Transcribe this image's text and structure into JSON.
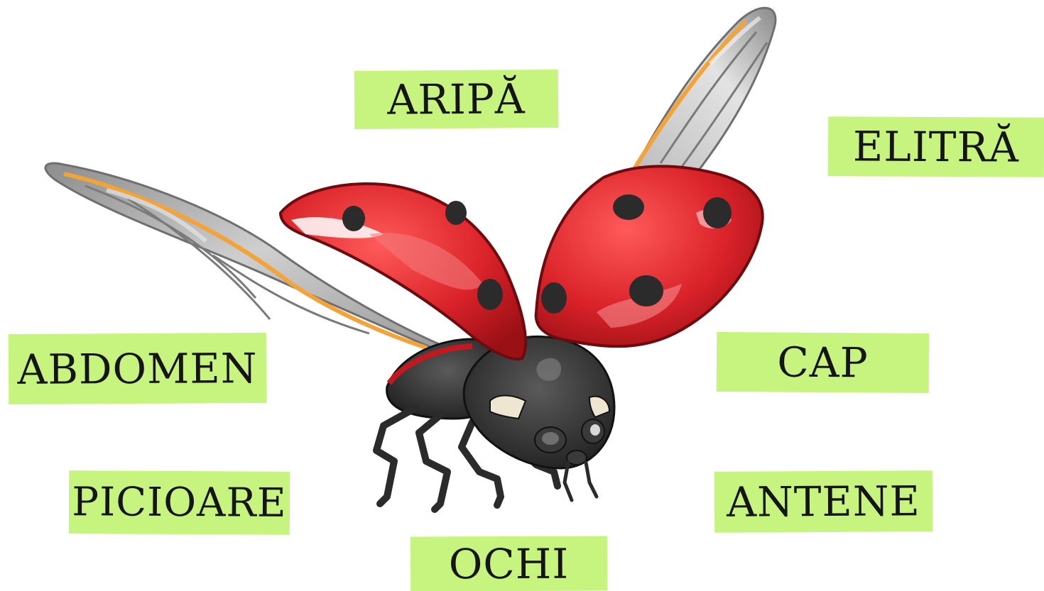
{
  "labels": {
    "aripa": "ARIPĂ",
    "elitra": "ELITRĂ",
    "abdomen": "ABDOMEN",
    "cap": "CAP",
    "picioare": "PICIOARE",
    "antene": "ANTENE",
    "ochi": "OCHI"
  },
  "colors": {
    "label_background": "#c6f47e",
    "label_text": "#151515",
    "elytra_red": "#d8252b",
    "elytra_highlight": "#ef6a6c",
    "spots": "#2b2b2b",
    "body": "#2a2a2a",
    "wing_gray": "#b9b9b9",
    "wing_vein_orange": "#f2a33a"
  }
}
